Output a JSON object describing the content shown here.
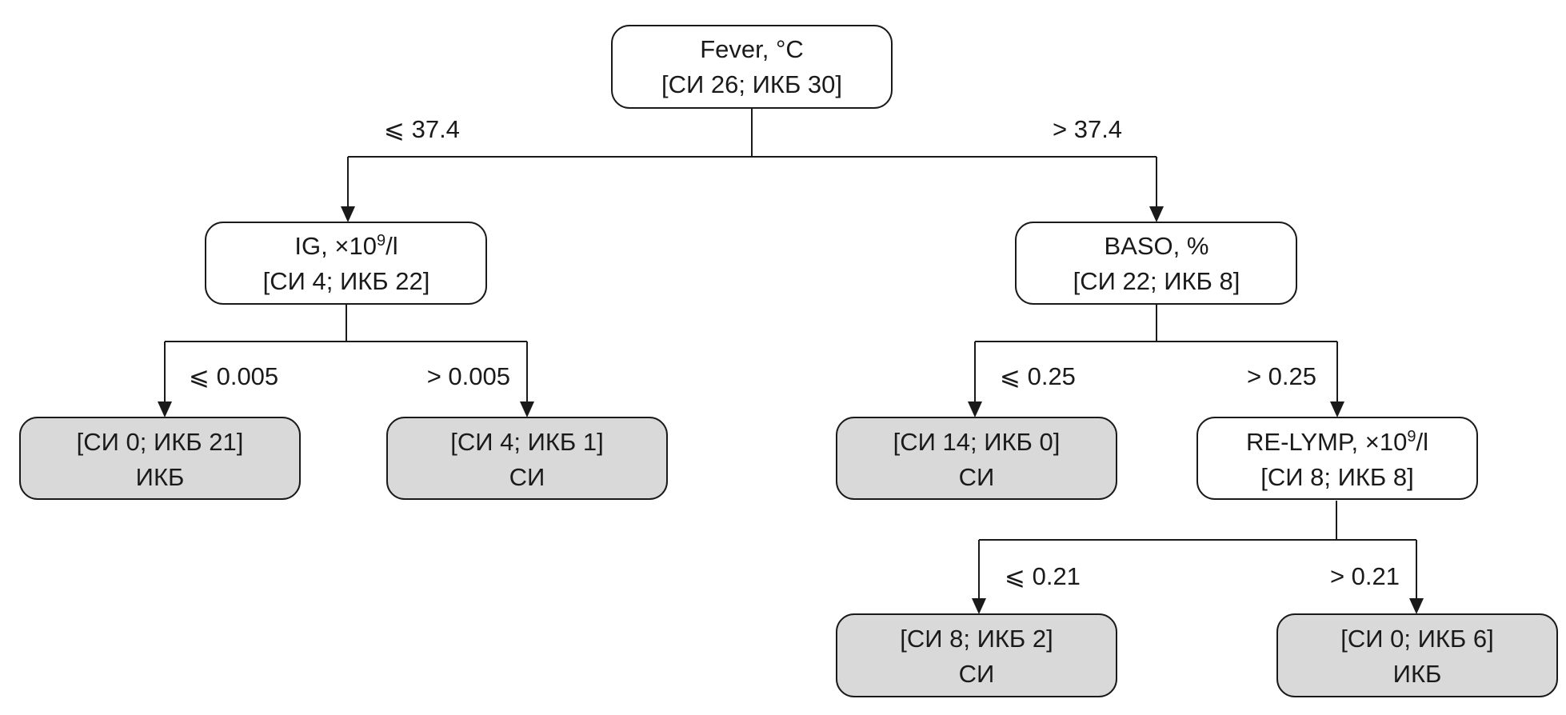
{
  "diagram": {
    "root": {
      "title": "Fever, °C",
      "counts": "[СИ 26; ИКБ 30]"
    },
    "root_left_label": "⩽ 37.4",
    "root_right_label": "> 37.4",
    "ig": {
      "title_main": "IG, ×10",
      "title_sup": "9",
      "title_tail": "/l",
      "counts": "[СИ 4; ИКБ 22]"
    },
    "ig_left_label": "⩽ 0.005",
    "ig_right_label": "> 0.005",
    "ig_left_leaf": {
      "counts": "[СИ 0; ИКБ 21]",
      "class": "ИКБ"
    },
    "ig_right_leaf": {
      "counts": "[СИ 4; ИКБ 1]",
      "class": "СИ"
    },
    "baso": {
      "title": "BASO, %",
      "counts": "[СИ 22; ИКБ 8]"
    },
    "baso_left_label": "⩽ 0.25",
    "baso_right_label": "> 0.25",
    "baso_left_leaf": {
      "counts": "[СИ 14; ИКБ 0]",
      "class": "СИ"
    },
    "relymp": {
      "title_main": "RE-LYMP, ×10",
      "title_sup": "9",
      "title_tail": "/l",
      "counts": "[СИ 8; ИКБ 8]"
    },
    "relymp_left_label": "⩽ 0.21",
    "relymp_right_label": "> 0.21",
    "relymp_left_leaf": {
      "counts": "[СИ 8; ИКБ 2]",
      "class": "СИ"
    },
    "relymp_right_leaf": {
      "counts": "[СИ 0; ИКБ 6]",
      "class": "ИКБ"
    }
  }
}
